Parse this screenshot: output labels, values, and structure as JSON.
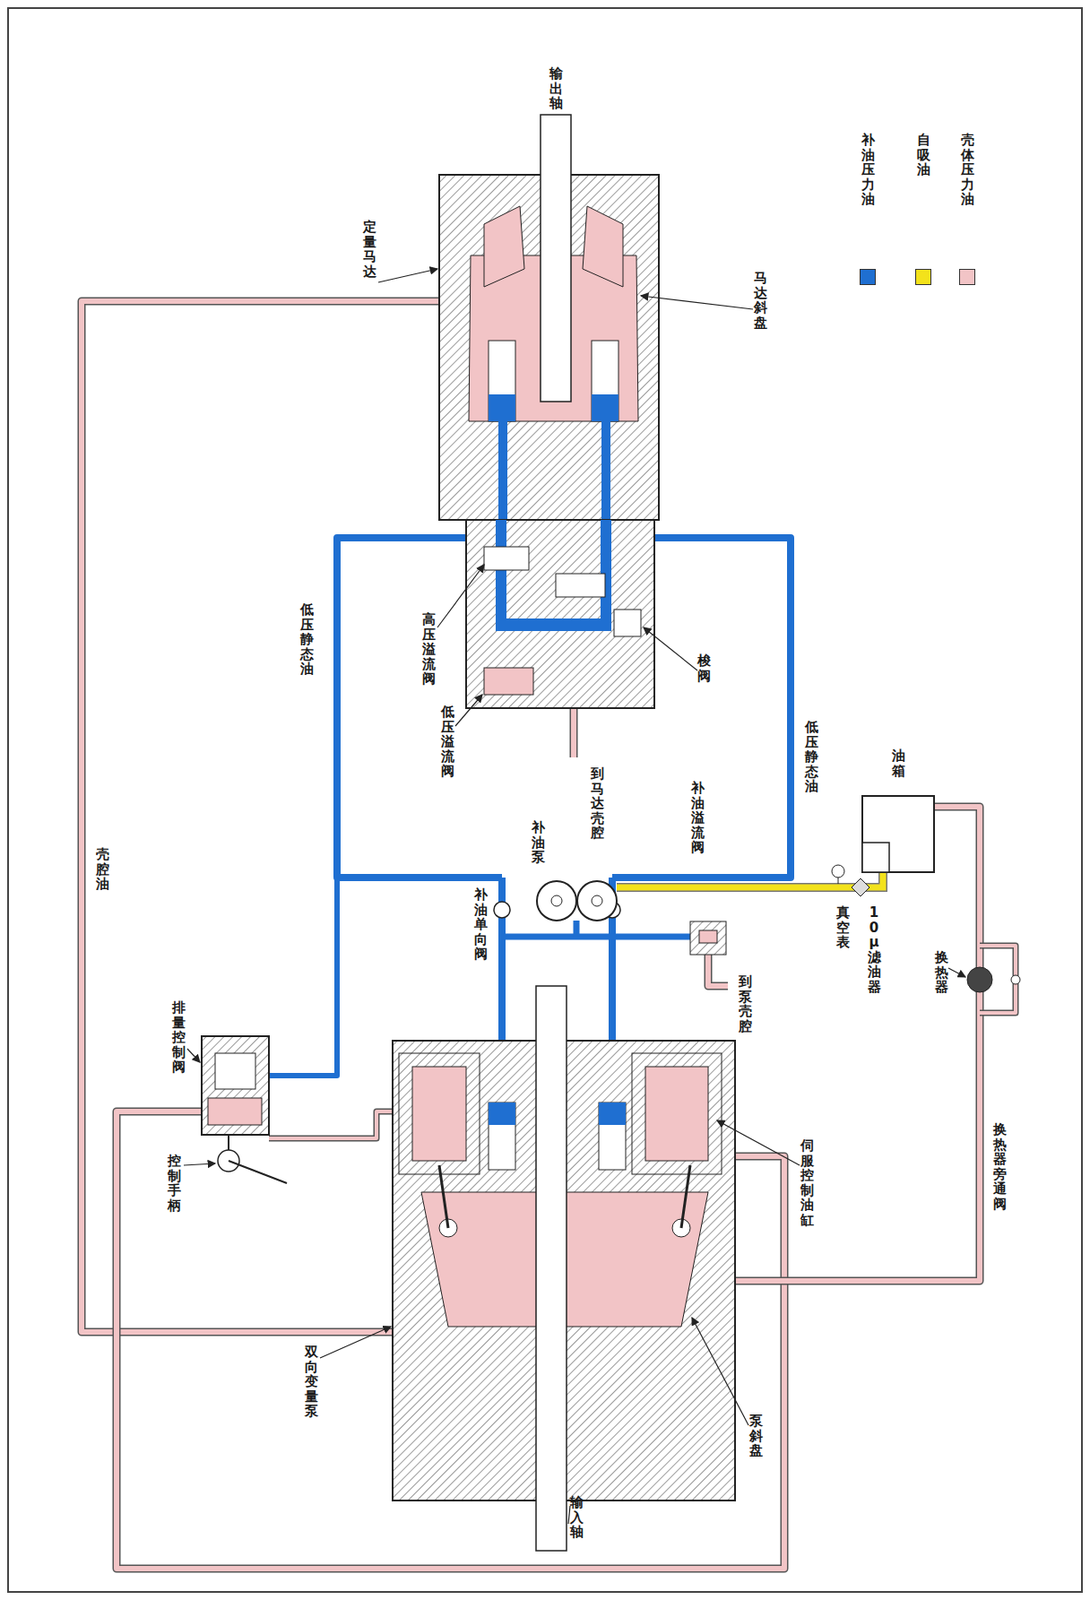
{
  "diagram": {
    "labels": [
      "输出轴",
      "定量马达",
      "马达斜盘",
      "高压溢流阀",
      "低压静态油",
      "梭阀",
      "低压溢流阀",
      "到马达壳腔",
      "低压静态油",
      "壳腔油",
      "油箱",
      "补油溢流阀",
      "补油泵",
      "补油单向阀",
      "真空表",
      "10μ 滤油器",
      "换热器",
      "到泵壳腔",
      "排量控制阀",
      "控制手柄",
      "伺服控制油缸",
      "换热器旁通阀",
      "双向变量泵",
      "泵斜盘",
      "输入轴"
    ],
    "legend": [
      {
        "text": "补油压力油",
        "color": "#1f6fd1"
      },
      {
        "text": "自吸油",
        "color": "#f3e21b"
      },
      {
        "text": "壳体压力油",
        "color": "#f2c4c6"
      }
    ]
  }
}
